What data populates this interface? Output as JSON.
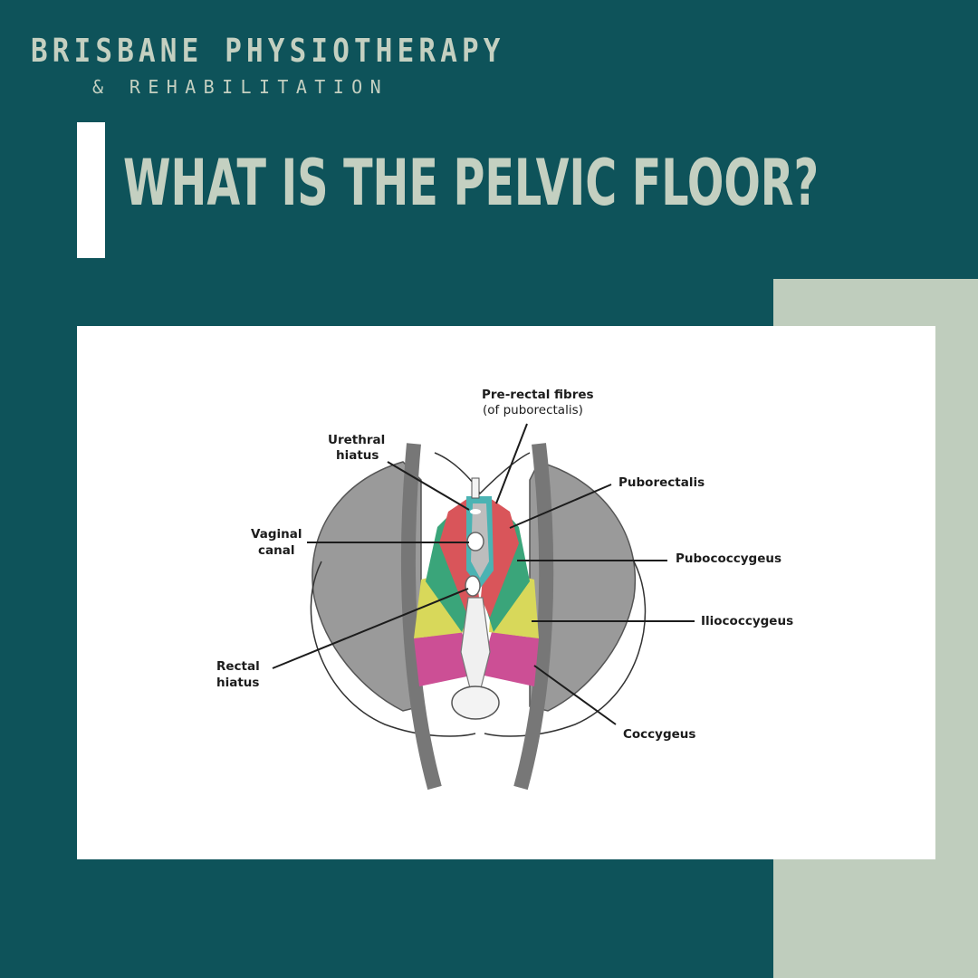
{
  "theme": {
    "background": "#0e535a",
    "sage_accent": "#bfcdbd",
    "title_color": "#c4d0c1",
    "card_background": "#ffffff"
  },
  "brand": {
    "name": "BRISBANE PHYSIOTHERAPY",
    "subtitle": "& REHABILITATION"
  },
  "headline": "WHAT IS THE PELVIC FLOOR?",
  "diagram": {
    "labels": {
      "pre_rectal_fibres": "Pre-rectal fibres",
      "pre_rectal_fibres_note": "(of puborectalis)",
      "urethral_hiatus_line1": "Urethral",
      "urethral_hiatus_line2": "hiatus",
      "vaginal_canal_line1": "Vaginal",
      "vaginal_canal_line2": "canal",
      "rectal_hiatus_line1": "Rectal",
      "rectal_hiatus_line2": "hiatus",
      "puborectalis": "Puborectalis",
      "pubococcygeus": "Pubococcygeus",
      "iliococcygeus": "Iliococcygeus",
      "coccygeus": "Coccygeus"
    },
    "muscle_colors": {
      "pre_rectal_fibres": "#4bb3b3",
      "puborectalis": "#d9555a",
      "pubococcygeus": "#3aa57a",
      "iliococcygeus": "#d8d85a",
      "coccygeus": "#cc4f95"
    }
  }
}
